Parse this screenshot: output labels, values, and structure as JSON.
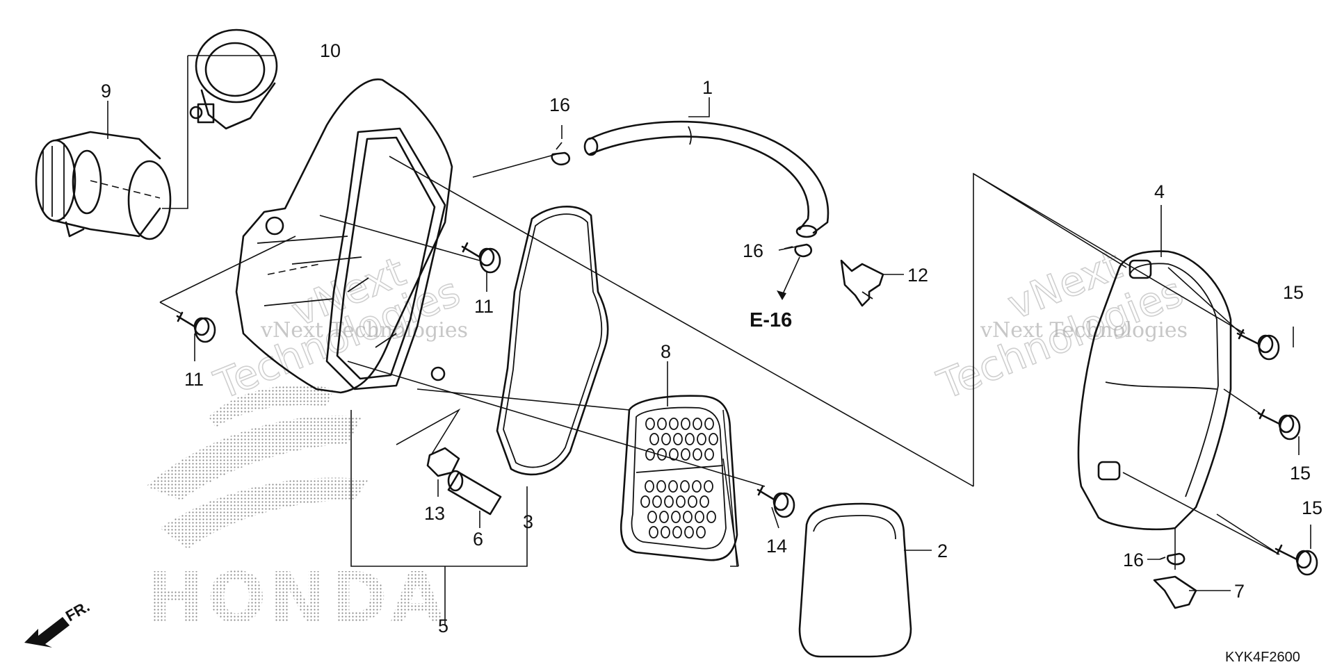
{
  "callouts": {
    "c1": "1",
    "c2": "2",
    "c3": "3",
    "c4": "4",
    "c5": "5",
    "c6": "6",
    "c7": "7",
    "c8": "8",
    "c9": "9",
    "c10": "10",
    "c11a": "11",
    "c11b": "11",
    "c12": "12",
    "c13": "13",
    "c14": "14",
    "c15a": "15",
    "c15b": "15",
    "c15c": "15",
    "c16a": "16",
    "c16b": "16",
    "c16c": "16"
  },
  "reference": "E-16",
  "direction_label": "FR.",
  "diagram_code": "KYK4F2600",
  "watermark": {
    "line1": "vNext Technologies",
    "big1": "vNext",
    "big2": "Technologies",
    "brand": "HONDA"
  }
}
